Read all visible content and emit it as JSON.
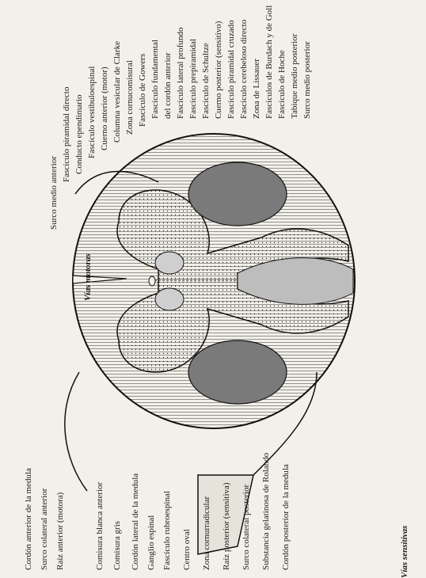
{
  "top_labels": [
    "Surco medio anterior",
    "Fascículo piramidal directo",
    "Conducto ependimario",
    "Fascículo vestibuloespinal",
    "Cuerno anterior (motor)",
    "Columna vesicular de Clarke",
    "Zona cornucomisural",
    "Fascículo de Gowers",
    "Fascículo fundamental",
    "del cordón anterior",
    "Fascículo lateral profundo",
    "Fascículo prepiramidal",
    "Fascículo de Schultze",
    "Cuerno posterior (sensitivo)",
    "Fascículo piramidal cruzado",
    "Fascículo cerebeloso directo",
    "Zona de Lissauer",
    "Fascículos de Burdach y de Goll",
    "Fascículo de Hoche",
    "Tabique medio posterior",
    "Surco medio posterior"
  ],
  "bottom_labels": [
    "Cordón anterior de la medula",
    "Surco colateral anterior",
    "Raíz anterior (motora)",
    "Comisura blanca anterior",
    "Comisura gris",
    "Cordón lateral de la medula",
    "Ganglio espinal",
    "Fascículo rubroespinal",
    "Centro oval",
    "Zona cornurradicular",
    "Raíz posterior (sensitiva)",
    "Surco colateral posterior",
    "Substancia gelatinosa de Rolando",
    "Cordón posterior de la medula"
  ],
  "side_labels": {
    "motor": "Vías motoras",
    "sensory": "Vías sensitivas"
  }
}
